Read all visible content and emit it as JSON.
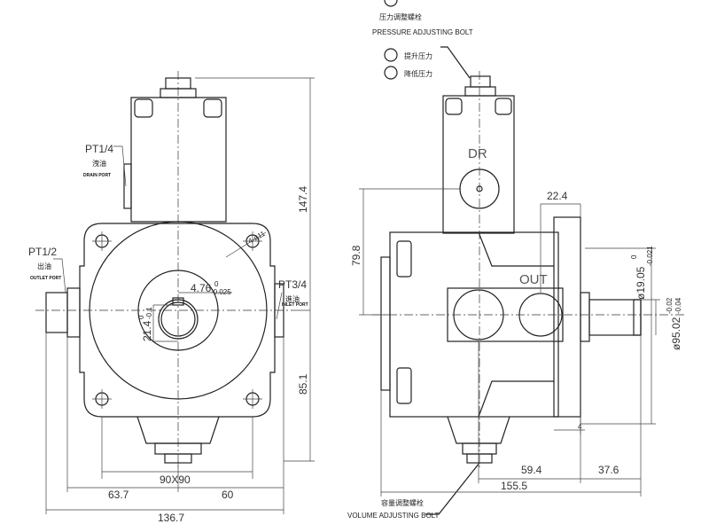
{
  "labels": {
    "pressure_bolt_cn": "压力调整螺栓",
    "pressure_bolt_en": "PRESSURE ADJUSTING BOLT",
    "increase_pressure": "提升压力",
    "decrease_pressure": "降低压力",
    "volume_bolt_cn": "容量调整螺栓",
    "volume_bolt_en": "VOLUME ADJUSTING BOLT",
    "drain_port_size": "PT1/4",
    "drain_port_cn": "洩油",
    "drain_port_en": "DRAIN PORT",
    "outlet_port_size": "PT1/2",
    "outlet_port_cn": "出油",
    "outlet_port_en": "OUTLET PORT",
    "inlet_port_size": "PT3/4",
    "inlet_port_cn": "進油",
    "inlet_port_en": "INLET PORT",
    "dr": "DR",
    "out": "OUT"
  },
  "dimensions": {
    "height_top": "147.4",
    "height_bottom": "85.1",
    "bolt_pattern": "90X90",
    "left_width": "63.7",
    "right_width": "60",
    "total_width": "136.7",
    "hole_dia": "4-ø11",
    "key_width": "4.76",
    "key_width_tol_upper": "0",
    "key_width_tol_lower": "-0.025",
    "shaft_key_height": "21.4",
    "shaft_key_tol_upper": "0",
    "shaft_key_tol_lower": "-0.1",
    "dr_height": "79.8",
    "flange_offset": "22.4",
    "out_to_flange": "59.4",
    "shaft_length": "37.6",
    "total_length": "155.5",
    "flange_thickness": "4",
    "shaft_dia": "ø19.05",
    "shaft_dia_tol_upper": "0",
    "shaft_dia_tol_lower": "-0.021",
    "pilot_dia": "ø95.02",
    "pilot_dia_tol_upper": "-0.02",
    "pilot_dia_tol_lower": "-0.04"
  }
}
